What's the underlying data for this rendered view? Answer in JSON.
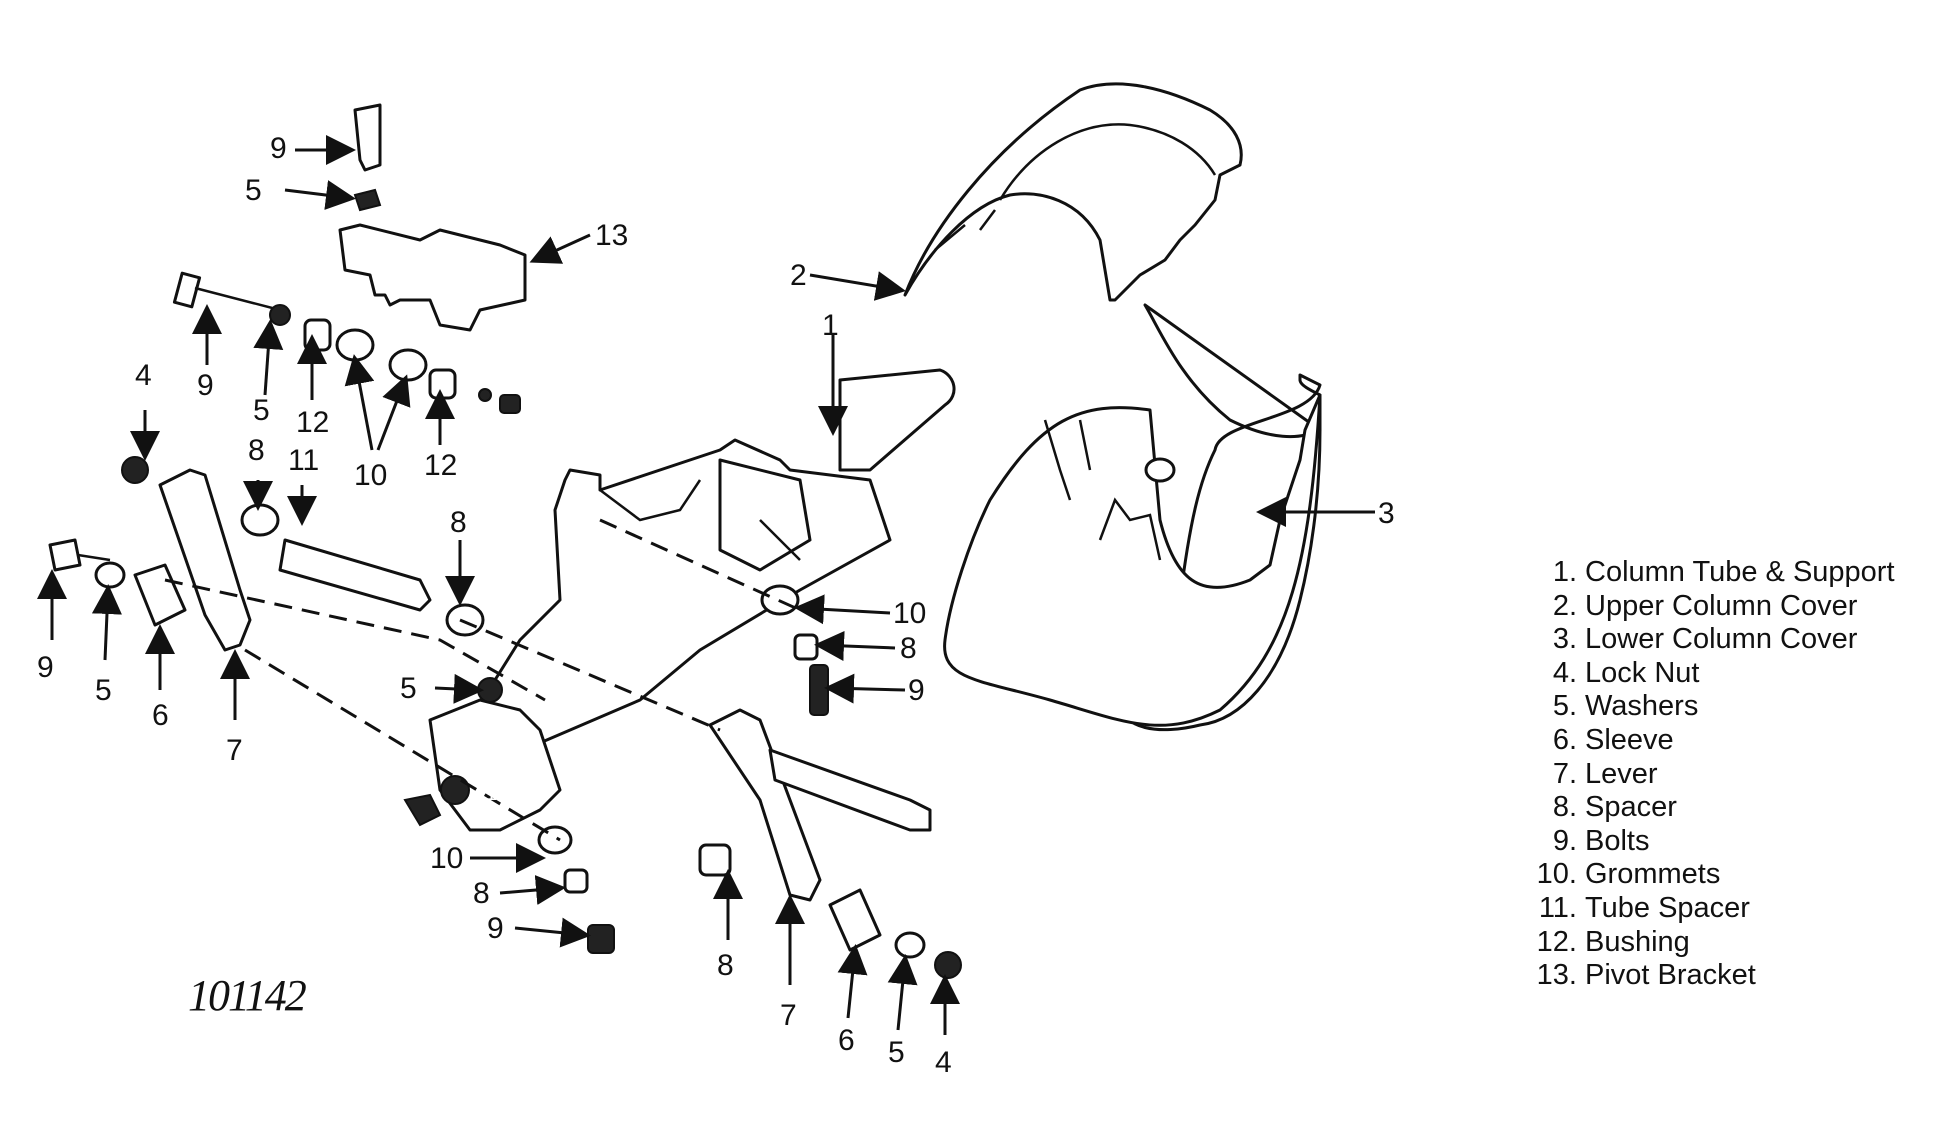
{
  "figure_id": "101142",
  "legend": [
    {
      "num": "1.",
      "label": "Column Tube & Support"
    },
    {
      "num": "2.",
      "label": "Upper Column Cover"
    },
    {
      "num": "3.",
      "label": "Lower Column Cover"
    },
    {
      "num": "4.",
      "label": "Lock Nut"
    },
    {
      "num": "5.",
      "label": "Washers"
    },
    {
      "num": "6.",
      "label": "Sleeve"
    },
    {
      "num": "7.",
      "label": "Lever"
    },
    {
      "num": "8.",
      "label": "Spacer"
    },
    {
      "num": "9.",
      "label": "Bolts"
    },
    {
      "num": "10.",
      "label": "Grommets"
    },
    {
      "num": "11.",
      "label": "Tube Spacer"
    },
    {
      "num": "12.",
      "label": "Bushing"
    },
    {
      "num": "13.",
      "label": "Pivot Bracket"
    }
  ],
  "callouts": [
    "1",
    "2",
    "3",
    "4",
    "5",
    "6",
    "7",
    "8",
    "9",
    "10",
    "11",
    "12",
    "13"
  ]
}
